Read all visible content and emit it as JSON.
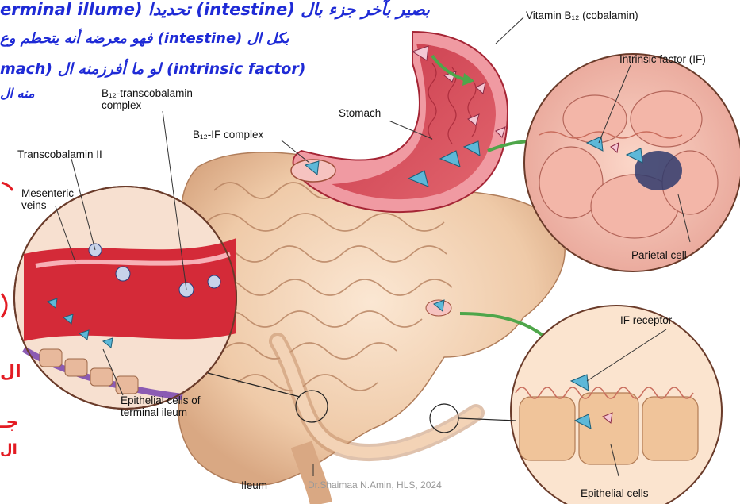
{
  "labels": {
    "vitamin_b12": "Vitamin B₁₂ (cobalamin)",
    "intrinsic_factor": "Intrinsic factor (IF)",
    "b12_transcobalamin_complex": "B₁₂-transcobalamin complex",
    "stomach": "Stomach",
    "b12_if_complex": "B₁₂-IF complex",
    "transcobalamin_ii": "Transcobalamin II",
    "mesenteric_veins": "Mesenteric veins",
    "parietal_cell": "Parietal cell",
    "if_receptor": "IF receptor",
    "epithelial_cells_terminal_ileum": "Epithelial cells of terminal ileum",
    "ileum": "Ileum",
    "epithelial_cells": "Epithelial cells"
  },
  "annotations": {
    "line1": "erminal illume) تحديدا (intestine) بصير بآخر جزء بال",
    "line2": "فهو معرضه أنه يتحطم وع (intestine) بكل ال",
    "line3": "mach) لو ما أفرزمنه ال (intrinsic factor)",
    "line4": "منه ال"
  },
  "margin_notes": {
    "note1": "ال",
    "note2": "جـ",
    "note3": "ال"
  },
  "footer": "Dr.Shaimaa N.Amin, HLS, 2024",
  "colors": {
    "handwriting": "#1f2bd6",
    "margin_ink": "#e31b23",
    "tissue_pink": "#f0a9a0",
    "lumen_red": "#d8394a",
    "intestine_cream": "#f6dcc2",
    "complex_blue": "#5db8d8"
  }
}
